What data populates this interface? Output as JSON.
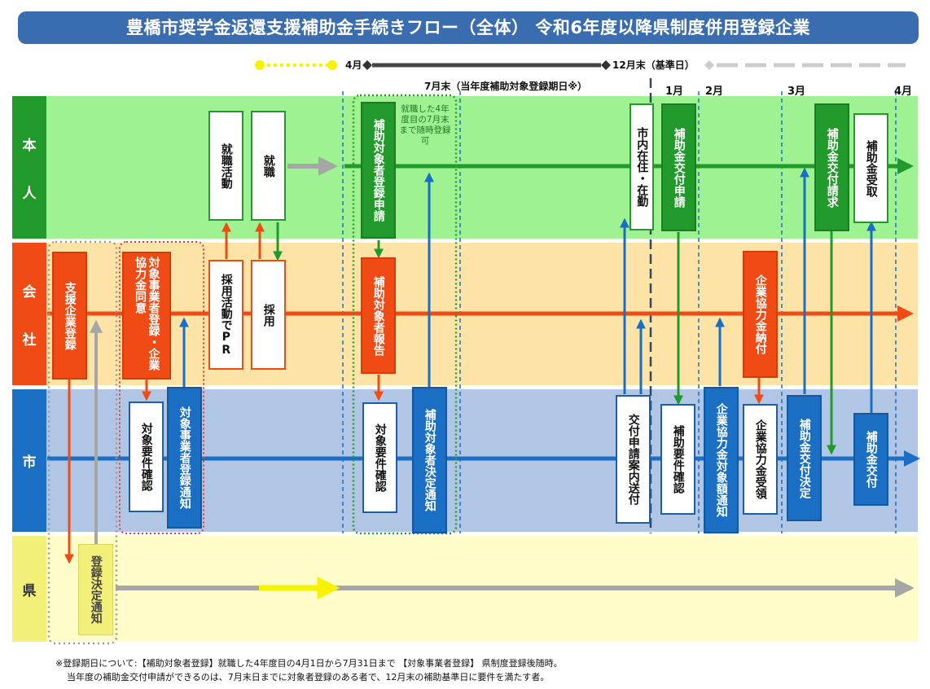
{
  "title": "豊橋市奨学金返還支援補助金手続きフロー（全体） 令和6年度以降県制度併用登録企業",
  "timeline": {
    "april": "4月",
    "december": "12月末（基準日）",
    "july": "7月末（当年度補助対象登録期日※）"
  },
  "months": {
    "m1": "1月",
    "m2": "2月",
    "m3": "3月",
    "m4": "4月"
  },
  "lanes": {
    "honnin": [
      "本",
      "人"
    ],
    "kaisha": [
      "会",
      "社"
    ],
    "shi": [
      "市"
    ],
    "ken": [
      "県"
    ]
  },
  "boxes": {
    "shien_kigyo_toroku": "支援企業登録",
    "taisho_jigyosha_toroku": "対象事業者登録・企業協力金同意",
    "taisho_yoken_kakunin_1": "対象要件確認",
    "taisho_jigyosha_toroku_tsuchi": "対象事業者登録通知",
    "toroku_kettei_tsuchi": "登録決定通知",
    "shushoku_katsudo": "就職活動",
    "shushoku": "就職",
    "saiyo_katsudo_pr": "採用活動でPR",
    "saiyo": "採用",
    "hojo_taishosha_toroku_shinsei": "補助対象者登録申請",
    "hojo_taishosha_hokoku": "補助対象者報告",
    "taisho_yoken_kakunin_2": "対象要件確認",
    "hojo_taishosha_kettei_tsuchi": "補助対象者決定通知",
    "shinai_zaiju_zaikin": "市内在住・在勤",
    "kofu_shinsei_annai_sofu": "交付申請案内送付",
    "hojokin_kofu_shinsei": "補助金交付申請",
    "hojo_yoken_kakunin": "補助要件確認",
    "kigyo_kyoryokukin_taishogaku_tsuchi": "企業協力金対象額通知",
    "kigyo_kyoryokukin_nofu": "企業協力金納付",
    "kigyo_kyoryokukin_juryo": "企業協力金受領",
    "hojokin_kofu_kettei": "補助金交付決定",
    "hojokin_kofu_seikyu": "補助金交付請求",
    "hojokin_juryo": "補助金受取",
    "hojokin_kofu": "補助金交付"
  },
  "small_note": "就職した4年度目の7月末まで随時登録可",
  "footnote": {
    "line1": "※登録期日について:【補助対象者登録】就職した4年度目の4月1日から7月31日まで 【対象事業者登録】 県制度登録後随時。",
    "line2": "当年度の補助金交付申請ができるのは、7月末日までに対象者登録のある者で、12月末の補助基準日に要件を満たす者。"
  },
  "colors": {
    "lane_honnin": "#9ff291",
    "lane_kaisha": "#fde4a6",
    "lane_shi": "#b0c6e4",
    "lane_ken": "#fefdc9",
    "green": "#219a2b",
    "orange": "#f04b14",
    "blue": "#1a6fc4",
    "grey": "#a6a6a6",
    "yellow": "#f6f200"
  }
}
